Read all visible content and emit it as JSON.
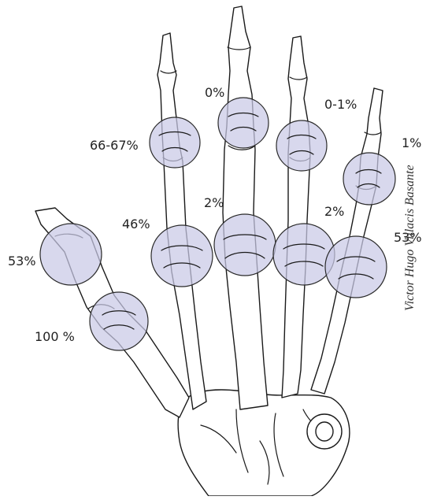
{
  "labels": {
    "index_dip": "66-67%",
    "middle_dip": "0%",
    "ring_dip": "0-1%",
    "little_dip": "1%",
    "middle_pip": "2%",
    "ring_pip": "2%",
    "index_pip": "46%",
    "little_pip": "53%",
    "thumb_ip": "53%",
    "thumb_mcp": "100 %"
  },
  "signature": "Victor Hugo Villacis Basante",
  "colors": {
    "joint_fill": "#c9c9e6",
    "outline": "#1a1a1a"
  }
}
